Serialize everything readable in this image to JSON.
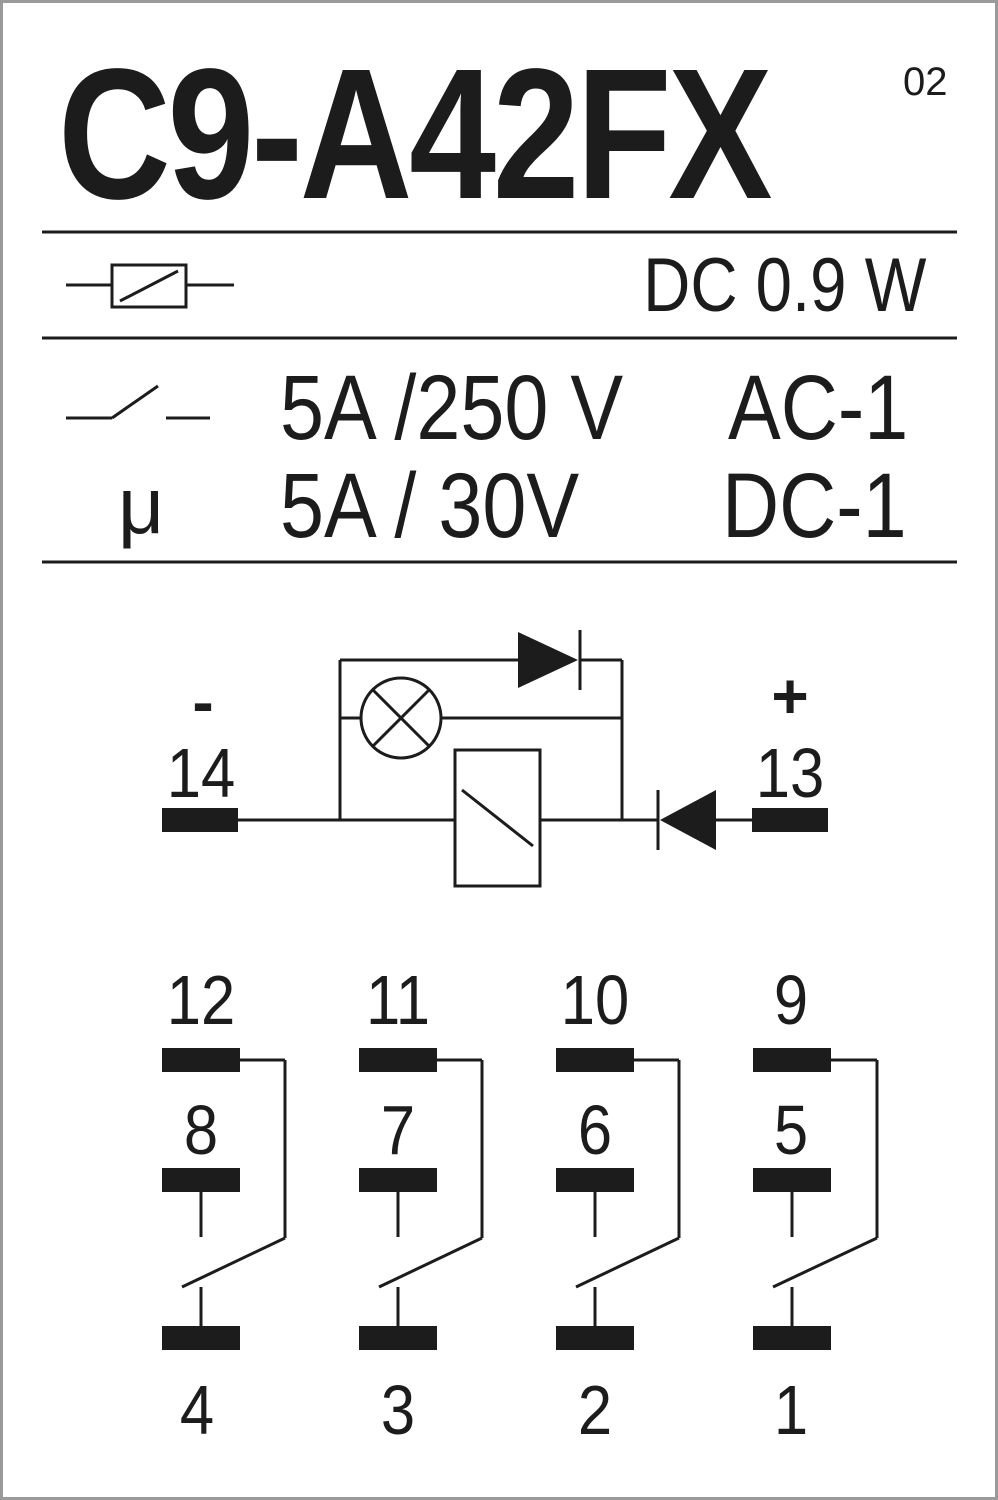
{
  "header": {
    "model": "C9-A42FX",
    "variant": "02"
  },
  "coil": {
    "symbol": "coil-icon",
    "power": "DC 0.9 W"
  },
  "contacts": {
    "symbol": "switch-contact-icon",
    "micro_symbol": "μ",
    "ratings": [
      {
        "rating": "5A /250 V",
        "category": "AC-1"
      },
      {
        "rating": "5A / 30V",
        "category": "DC-1"
      }
    ]
  },
  "schematic": {
    "negative": {
      "sign": "-",
      "pin": "14"
    },
    "positive": {
      "sign": "+",
      "pin": "13"
    },
    "components": [
      "diode-icon",
      "lamp-icon",
      "coil-icon",
      "diode-icon"
    ]
  },
  "contact_sets": [
    {
      "nc": "12",
      "no": "8",
      "common": "4"
    },
    {
      "nc": "11",
      "no": "7",
      "common": "3"
    },
    {
      "nc": "10",
      "no": "6",
      "common": "2"
    },
    {
      "nc": "9",
      "no": "5",
      "common": "1"
    }
  ],
  "colors": {
    "ink": "#1c1c1c",
    "border": "#9a9a9a",
    "background": "#ffffff"
  }
}
